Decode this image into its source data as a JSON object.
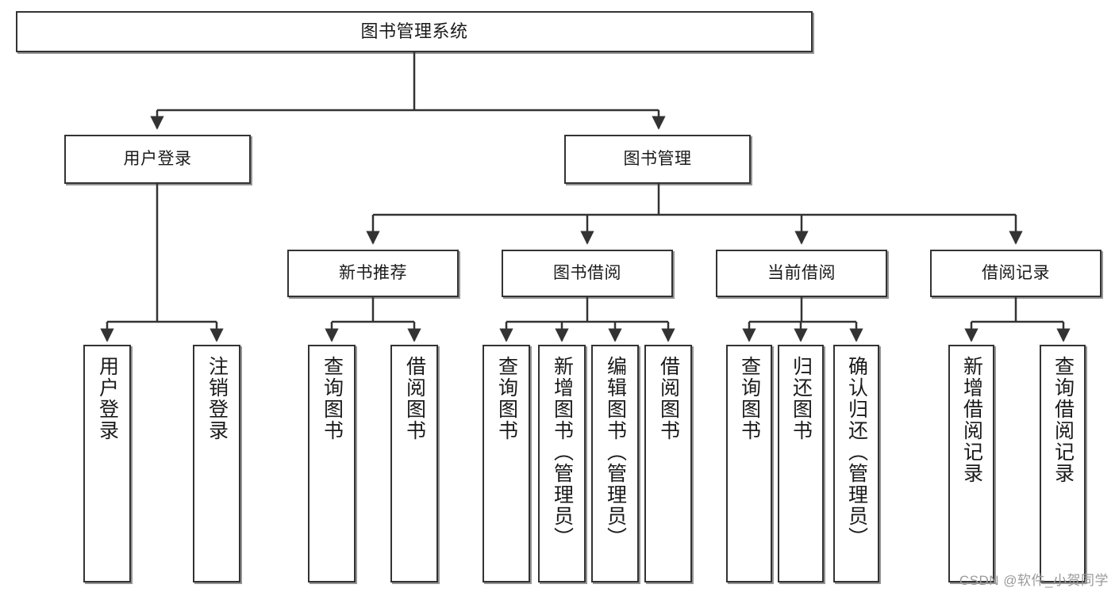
{
  "diagram": {
    "title": "图书管理系统",
    "type": "功能结构图",
    "nodes": {
      "root": {
        "label": "图书管理系统"
      },
      "level2": [
        {
          "id": "user-login",
          "label": "用户登录"
        },
        {
          "id": "book-management",
          "label": "图书管理"
        }
      ],
      "level3": [
        {
          "id": "new-book-recommend",
          "label": "新书推荐"
        },
        {
          "id": "book-borrow",
          "label": "图书借阅"
        },
        {
          "id": "current-borrow",
          "label": "当前借阅"
        },
        {
          "id": "borrow-record",
          "label": "借阅记录"
        }
      ],
      "leaves": {
        "user_login": [
          {
            "id": "leaf-user-login",
            "label": "用户登录"
          },
          {
            "id": "leaf-logout-login",
            "label": "注销登录"
          }
        ],
        "new_book_recommend": [
          {
            "id": "leaf-query-book-1",
            "label": "查询图书"
          },
          {
            "id": "leaf-borrow-book-1",
            "label": "借阅图书"
          }
        ],
        "book_borrow": [
          {
            "id": "leaf-query-book-2",
            "label": "查询图书"
          },
          {
            "id": "leaf-add-book",
            "label": "新增图书（管理员）"
          },
          {
            "id": "leaf-edit-book",
            "label": "编辑图书（管理员）"
          },
          {
            "id": "leaf-borrow-book-2",
            "label": "借阅图书"
          }
        ],
        "current_borrow": [
          {
            "id": "leaf-query-book-3",
            "label": "查询图书"
          },
          {
            "id": "leaf-return-book",
            "label": "归还图书"
          },
          {
            "id": "leaf-confirm-return",
            "label": "确认归还（管理员）"
          }
        ],
        "borrow_record": [
          {
            "id": "leaf-add-borrow-record",
            "label": "新增借阅记录"
          },
          {
            "id": "leaf-query-borrow-record",
            "label": "查询借阅记录"
          }
        ]
      }
    },
    "watermark": "CSDN @软件_小贺同学",
    "colors": {
      "box_border": "#333333",
      "box_fill": "#ffffff",
      "edge": "#333333",
      "text": "#1a1a1a",
      "watermark": "#9a9a9a"
    }
  }
}
